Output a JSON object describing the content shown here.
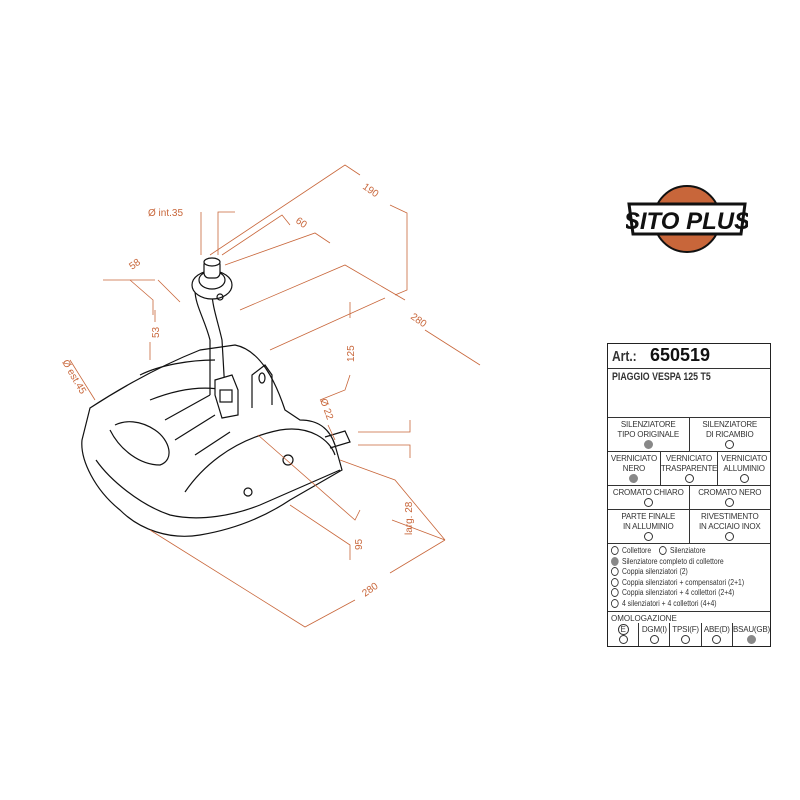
{
  "brand": {
    "logo_text": "SITO PLUS",
    "accent_color": "#c8663a"
  },
  "dimensions": {
    "d_int": "Ø int.35",
    "d_est": "Ø est.45",
    "d_22": "Ø 22",
    "w_190": "190",
    "w_60": "60",
    "w_58": "58",
    "w_280_top": "280",
    "h_53": "53",
    "h_125": "125",
    "larg": "larg. 28",
    "h_95": "95",
    "w_280_bottom": "280"
  },
  "spec": {
    "art_label": "Art.:",
    "art_number": "650519",
    "model": "PIAGGIO VESPA 125 T5",
    "type": [
      {
        "line1": "SILENZIATORE",
        "line2": "TIPO ORIGINALE",
        "selected": true
      },
      {
        "line1": "SILENZIATORE",
        "line2": "DI RICAMBIO",
        "selected": false
      }
    ],
    "finish": [
      {
        "line1": "VERNICIATO",
        "line2": "NERO",
        "selected": true
      },
      {
        "line1": "VERNICIATO",
        "line2": "TRASPARENTE",
        "selected": false
      },
      {
        "line1": "VERNICIATO",
        "line2": "ALLUMINIO",
        "selected": false
      }
    ],
    "chrome": [
      {
        "line1": "CROMATO CHIARO",
        "selected": false
      },
      {
        "line1": "CROMATO NERO",
        "selected": false
      }
    ],
    "material": [
      {
        "line1": "PARTE FINALE",
        "line2": "IN ALLUMINIO",
        "selected": false
      },
      {
        "line1": "RIVESTIMENTO",
        "line2": "IN ACCIAIO INOX",
        "selected": false
      }
    ],
    "kit": {
      "collettore": "Collettore",
      "silenziatore": "Silenziatore",
      "items": [
        {
          "label": "Silenziatore completo di collettore",
          "selected": true
        },
        {
          "label": "Coppia silenziatori (2)",
          "selected": false
        },
        {
          "label": "Coppia silenziatori + compensatori (2+1)",
          "selected": false
        },
        {
          "label": "Coppia silenziatori + 4 collettori (2+4)",
          "selected": false
        },
        {
          "label": "4 silenziatori + 4 collettori (4+4)",
          "selected": false
        }
      ]
    },
    "homologation": {
      "title": "OMOLOGAZIONE",
      "items": [
        {
          "label": "E",
          "selected": false
        },
        {
          "label": "DGM(I)",
          "selected": false
        },
        {
          "label": "TPSI(F)",
          "selected": false
        },
        {
          "label": "ABE(D)",
          "selected": false
        },
        {
          "label": "BSAU(GB)",
          "selected": true
        }
      ]
    }
  }
}
